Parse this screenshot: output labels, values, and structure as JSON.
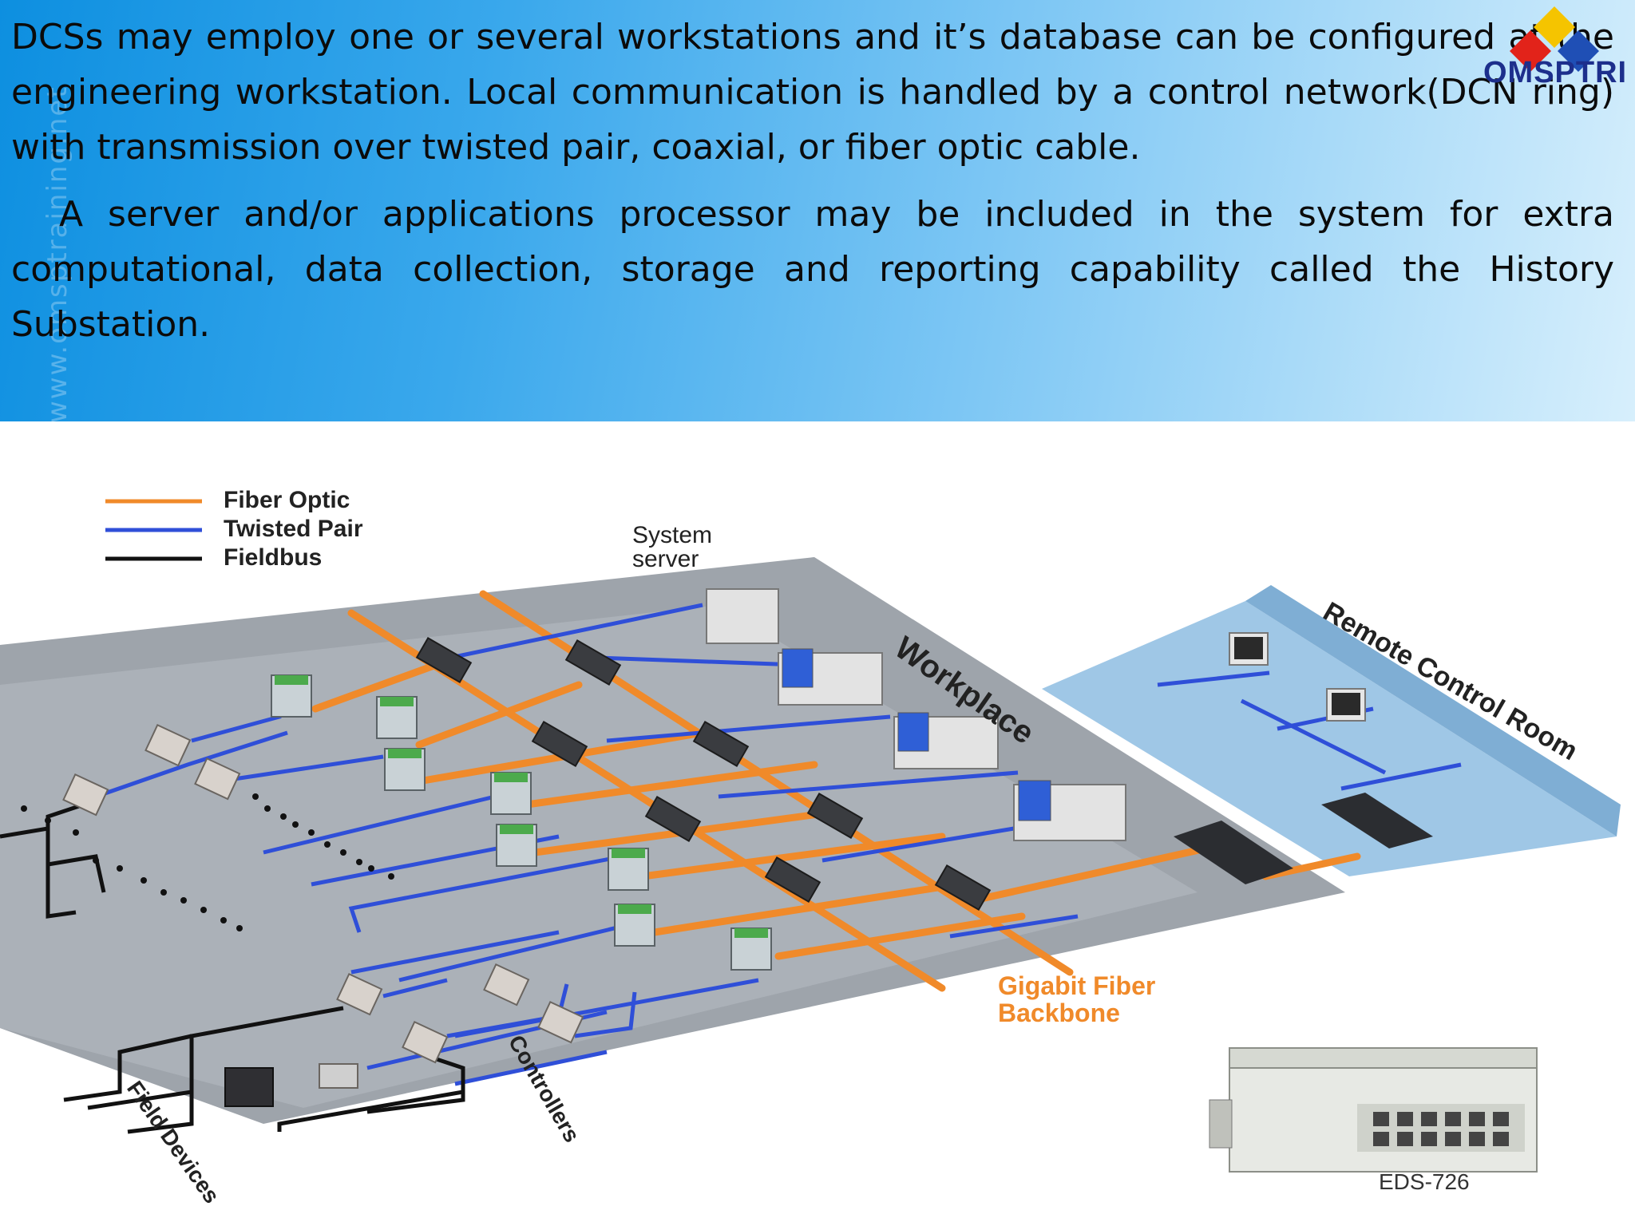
{
  "text": {
    "paragraph_1": "DCSs may employ one or several workstations and it’s database can be configured at the engineering workstation. Local communication is handled by a control network(DCN ring) with transmission over twisted pair, coaxial, or fiber optic cable.",
    "paragraph_2": "A server and/or applications processor may be included in the system for extra computational, data collection, storage and reporting capability called the History Substation."
  },
  "logo": {
    "text": "OMSPTRI",
    "colors": [
      "#f5c400",
      "#e2231a",
      "#1f4fb5"
    ]
  },
  "watermark": "www.omsptraining.net",
  "diagram": {
    "legend": [
      {
        "label": "Fiber Optic",
        "color": "#f08a2a"
      },
      {
        "label": "Twisted Pair",
        "color": "#2f4fd8"
      },
      {
        "label": "Fieldbus",
        "color": "#111111"
      }
    ],
    "labels": {
      "system_server": [
        "System",
        "server"
      ],
      "workplace": "Workplace",
      "remote_control_room": "Remote Control Room",
      "backbone": [
        "Gigabit Fiber",
        "Backbone"
      ],
      "controllers": "Controllers",
      "field_devices": "Field Devices",
      "product": "EDS-726"
    },
    "colors": {
      "platform": "#9aa0a8",
      "room": "#a9cbe6",
      "fiber": "#f08a2a",
      "twisted": "#2f4fd8",
      "fieldbus": "#111111"
    }
  }
}
